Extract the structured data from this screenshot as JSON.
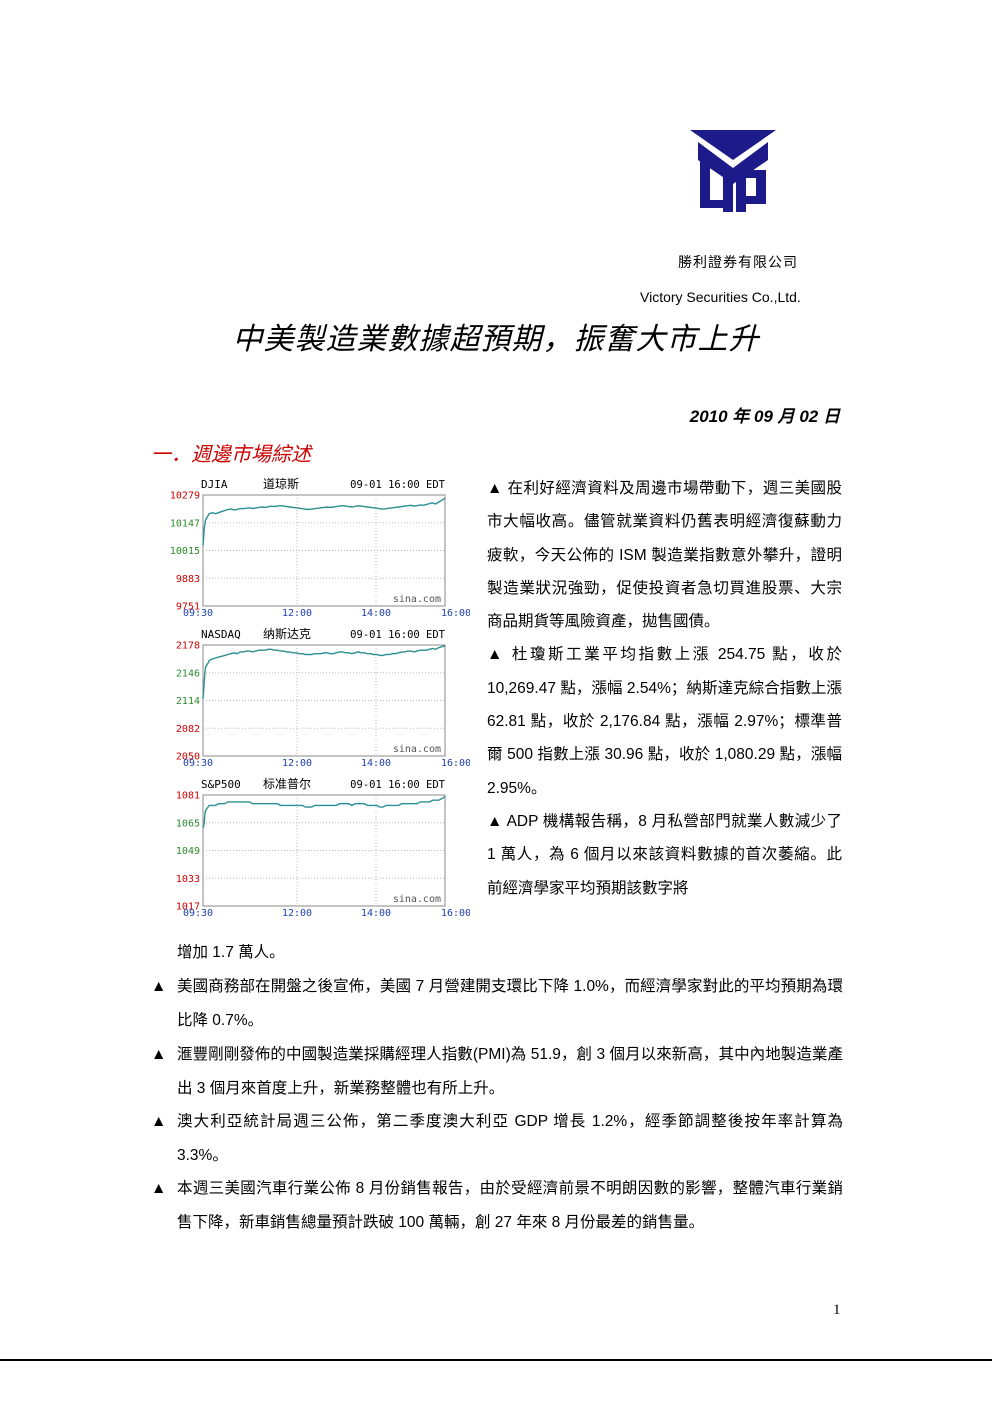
{
  "company": {
    "name_cn": "勝利證券有限公司",
    "name_en": "Victory Securities Co.,Ltd."
  },
  "title": "中美製造業數據超預期，振奮大市上升",
  "date": "2010 年 09 月 02 日",
  "section_heading": "一．週邊市場綜述",
  "right_paragraphs": [
    "▲ 在利好經濟資料及周邊市場帶動下，週三美國股市大幅收高。儘管就業資料仍舊表明經濟復蘇動力疲軟，今天公佈的 ISM 製造業指數意外攀升，證明製造業狀況強勁，促使投資者急切買進股票、大宗商品期貨等風險資產，拋售國債。",
    "▲ 杜瓊斯工業平均指數上漲 254.75 點，收於 10,269.47 點，漲幅 2.54%；納斯達克綜合指數上漲 62.81 點，收於 2,176.84 點，漲幅 2.97%；標準普爾 500 指數上漲 30.96 點，收於 1,080.29 點，漲幅 2.95%。",
    "▲ ADP 機構報告稱，8 月私營部門就業人數減少了 1 萬人，為 6 個月以來該資料數據的首次萎縮。此前經濟學家平均預期該數字將"
  ],
  "right_paragraph_tail": "增加 1.7 萬人。",
  "bullets": [
    {
      "marker": "▲",
      "text": "美國商務部在開盤之後宣佈，美國 7 月營建開支環比下降 1.0%，而經濟學家對此的平均預期為環比降 0.7%。"
    },
    {
      "marker": "▲",
      "text": "滙豐剛剛發佈的中國製造業採購經理人指數(PMI)為 51.9，創 3 個月以來新高，其中內地製造業產出 3 個月來首度上升，新業務整體也有所上升。"
    },
    {
      "marker": "▲",
      "text": "澳大利亞統計局週三公佈，第二季度澳大利亞 GDP 增長 1.2%，經季節調整後按年率計算為 3.3%。"
    },
    {
      "marker": "▲",
      "text": "本週三美國汽車行業公佈 8 月份銷售報告，由於受經濟前景不明朗因數的影響，整體汽車行業銷售下降，新車銷售總量預計跌破 100 萬輛，創 27 年來 8 月份最差的銷售量。"
    }
  ],
  "page_number": "1",
  "colors": {
    "line": "#2a8f92",
    "logo": "#1d1b8a",
    "heading": "#cc0000",
    "tick_red": "#cc0000",
    "tick_green": "#2a8a2a",
    "time_blue": "#1f3fb0"
  },
  "chart_data": [
    {
      "type": "line",
      "title": "DJIA",
      "name_cn": "道琼斯",
      "timestamp": "09-01 16:00 EDT",
      "watermark": "sina.com",
      "y_ticks": [
        "10279",
        "10147",
        "10015",
        "9883",
        "9751"
      ],
      "ylim": [
        9751,
        10279
      ],
      "x_ticks": [
        "09:30",
        "12:00",
        "14:00",
        "16:00"
      ],
      "series": [
        {
          "x": [
            0,
            1,
            2,
            3,
            4,
            6,
            8,
            10,
            15,
            20,
            25,
            30,
            35,
            40,
            45,
            50,
            55,
            60,
            65,
            70,
            75,
            80,
            85,
            90,
            95,
            100,
            105,
            110,
            115,
            120,
            125,
            130,
            135,
            140,
            145,
            150,
            155,
            160,
            165,
            170,
            175,
            180,
            185,
            190,
            195,
            200,
            205,
            210,
            215,
            220,
            225,
            230,
            235,
            240,
            245,
            250,
            255,
            260,
            265,
            270,
            275,
            280,
            285,
            290,
            295,
            300,
            305,
            310,
            315,
            320,
            325,
            330,
            335,
            340,
            345,
            350,
            355,
            360,
            365,
            370,
            375,
            380,
            385,
            390
          ],
          "values": [
            10040,
            10075,
            10120,
            10140,
            10160,
            10170,
            10180,
            10190,
            10195,
            10190,
            10195,
            10200,
            10205,
            10210,
            10212,
            10208,
            10210,
            10215,
            10214,
            10216,
            10218,
            10215,
            10217,
            10220,
            10222,
            10220,
            10223,
            10226,
            10224,
            10226,
            10228,
            10226,
            10224,
            10222,
            10220,
            10218,
            10216,
            10214,
            10212,
            10210,
            10212,
            10214,
            10216,
            10218,
            10220,
            10222,
            10220,
            10222,
            10224,
            10226,
            10228,
            10226,
            10224,
            10222,
            10225,
            10228,
            10226,
            10224,
            10222,
            10220,
            10218,
            10216,
            10214,
            10212,
            10214,
            10216,
            10218,
            10220,
            10222,
            10224,
            10226,
            10228,
            10230,
            10226,
            10228,
            10232,
            10230,
            10234,
            10238,
            10242,
            10236,
            10246,
            10254,
            10264
          ]
        }
      ]
    },
    {
      "type": "line",
      "title": "NASDAQ",
      "name_cn": "纳斯达克",
      "timestamp": "09-01 16:00 EDT",
      "watermark": "sina.com",
      "y_ticks": [
        "2178",
        "2146",
        "2114",
        "2082",
        "2050"
      ],
      "ylim": [
        2050,
        2178
      ],
      "x_ticks": [
        "09:30",
        "12:00",
        "14:00",
        "16:00"
      ],
      "series": [
        {
          "x": [
            0,
            1,
            2,
            3,
            4,
            6,
            8,
            10,
            15,
            20,
            25,
            30,
            35,
            40,
            45,
            50,
            55,
            60,
            65,
            70,
            75,
            80,
            85,
            90,
            95,
            100,
            105,
            110,
            115,
            120,
            125,
            130,
            135,
            140,
            145,
            150,
            155,
            160,
            165,
            170,
            175,
            180,
            185,
            190,
            195,
            200,
            205,
            210,
            215,
            220,
            225,
            230,
            235,
            240,
            245,
            250,
            255,
            260,
            265,
            270,
            275,
            280,
            285,
            290,
            295,
            300,
            305,
            310,
            315,
            320,
            325,
            330,
            335,
            340,
            345,
            350,
            355,
            360,
            365,
            370,
            375,
            380,
            385,
            390
          ],
          "values": [
            2116,
            2124,
            2136,
            2146,
            2152,
            2155,
            2157,
            2160,
            2162,
            2163,
            2164,
            2165,
            2166,
            2167,
            2168,
            2169,
            2168,
            2170,
            2170,
            2171,
            2171,
            2170,
            2171,
            2172,
            2172,
            2172,
            2173,
            2173,
            2172,
            2172,
            2171,
            2171,
            2170,
            2170,
            2169,
            2169,
            2168,
            2168,
            2167,
            2167,
            2167,
            2168,
            2168,
            2168,
            2169,
            2169,
            2168,
            2168,
            2169,
            2170,
            2170,
            2169,
            2169,
            2168,
            2169,
            2170,
            2169,
            2169,
            2168,
            2168,
            2167,
            2167,
            2166,
            2166,
            2167,
            2167,
            2168,
            2168,
            2169,
            2170,
            2170,
            2171,
            2171,
            2170,
            2171,
            2172,
            2172,
            2172,
            2173,
            2174,
            2173,
            2175,
            2176,
            2177
          ]
        }
      ]
    },
    {
      "type": "line",
      "title": "S&P500",
      "name_cn": "标准普尔",
      "timestamp": "09-01 16:00 EDT",
      "watermark": "sina.com",
      "y_ticks": [
        "1081",
        "1065",
        "1049",
        "1033",
        "1017"
      ],
      "ylim": [
        1017,
        1081
      ],
      "x_ticks": [
        "09:30",
        "12:00",
        "14:00",
        "16:00"
      ],
      "series": [
        {
          "x": [
            0,
            1,
            2,
            3,
            4,
            6,
            8,
            10,
            15,
            20,
            25,
            30,
            35,
            40,
            45,
            50,
            55,
            60,
            65,
            70,
            75,
            80,
            85,
            90,
            95,
            100,
            105,
            110,
            115,
            120,
            125,
            130,
            135,
            140,
            145,
            150,
            155,
            160,
            165,
            170,
            175,
            180,
            185,
            190,
            195,
            200,
            205,
            210,
            215,
            220,
            225,
            230,
            235,
            240,
            245,
            250,
            255,
            260,
            265,
            270,
            275,
            280,
            285,
            290,
            295,
            300,
            305,
            310,
            315,
            320,
            325,
            330,
            335,
            340,
            345,
            350,
            355,
            360,
            365,
            370,
            375,
            380,
            385,
            390
          ],
          "values": [
            1062,
            1063,
            1065,
            1070,
            1072,
            1073,
            1074,
            1075,
            1075,
            1075,
            1076,
            1076,
            1076,
            1077,
            1077,
            1077,
            1077,
            1077,
            1077,
            1077,
            1077,
            1076,
            1076,
            1076,
            1076,
            1076,
            1076,
            1076,
            1076,
            1076,
            1075,
            1075,
            1075,
            1075,
            1075,
            1075,
            1075,
            1075,
            1074,
            1074,
            1074,
            1075,
            1075,
            1075,
            1075,
            1075,
            1075,
            1075,
            1075,
            1076,
            1076,
            1076,
            1076,
            1075,
            1076,
            1076,
            1076,
            1076,
            1075,
            1075,
            1075,
            1075,
            1074,
            1074,
            1075,
            1075,
            1075,
            1075,
            1075,
            1076,
            1076,
            1076,
            1076,
            1076,
            1076,
            1077,
            1077,
            1077,
            1077,
            1078,
            1078,
            1078,
            1079,
            1080
          ]
        }
      ]
    }
  ]
}
